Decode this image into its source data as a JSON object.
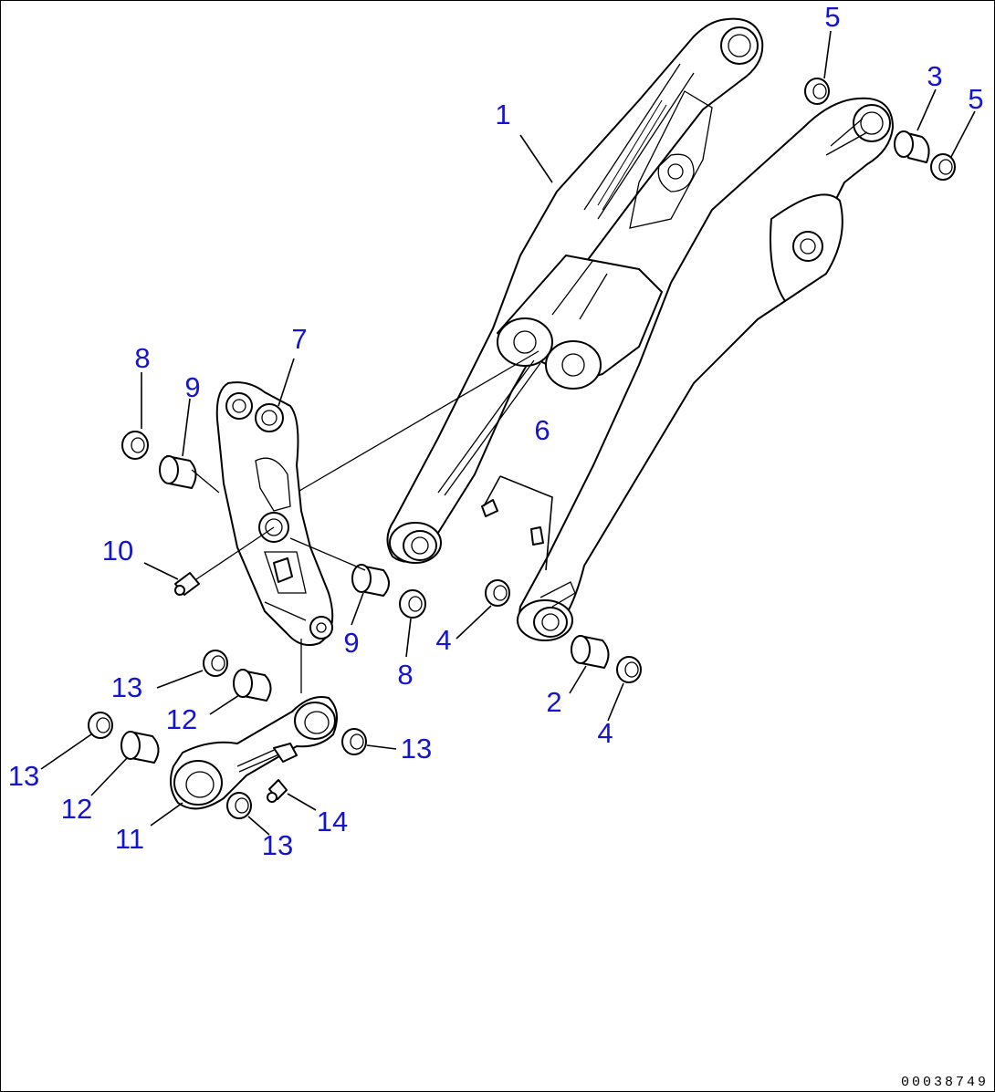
{
  "diagram": {
    "document_number": "00038749",
    "callouts": [
      {
        "id": "c1",
        "label": "1"
      },
      {
        "id": "c2",
        "label": "2"
      },
      {
        "id": "c3",
        "label": "3"
      },
      {
        "id": "c4a",
        "label": "4"
      },
      {
        "id": "c4b",
        "label": "4"
      },
      {
        "id": "c5a",
        "label": "5"
      },
      {
        "id": "c5b",
        "label": "5"
      },
      {
        "id": "c6",
        "label": "6"
      },
      {
        "id": "c7",
        "label": "7"
      },
      {
        "id": "c8a",
        "label": "8"
      },
      {
        "id": "c8b",
        "label": "8"
      },
      {
        "id": "c9a",
        "label": "9"
      },
      {
        "id": "c9b",
        "label": "9"
      },
      {
        "id": "c10",
        "label": "10"
      },
      {
        "id": "c11",
        "label": "11"
      },
      {
        "id": "c12a",
        "label": "12"
      },
      {
        "id": "c12b",
        "label": "12"
      },
      {
        "id": "c13a",
        "label": "13"
      },
      {
        "id": "c13b",
        "label": "13"
      },
      {
        "id": "c13c",
        "label": "13"
      },
      {
        "id": "c13d",
        "label": "13"
      },
      {
        "id": "c14",
        "label": "14"
      }
    ],
    "callout_color": "#1414d2",
    "line_color": "#000000"
  }
}
